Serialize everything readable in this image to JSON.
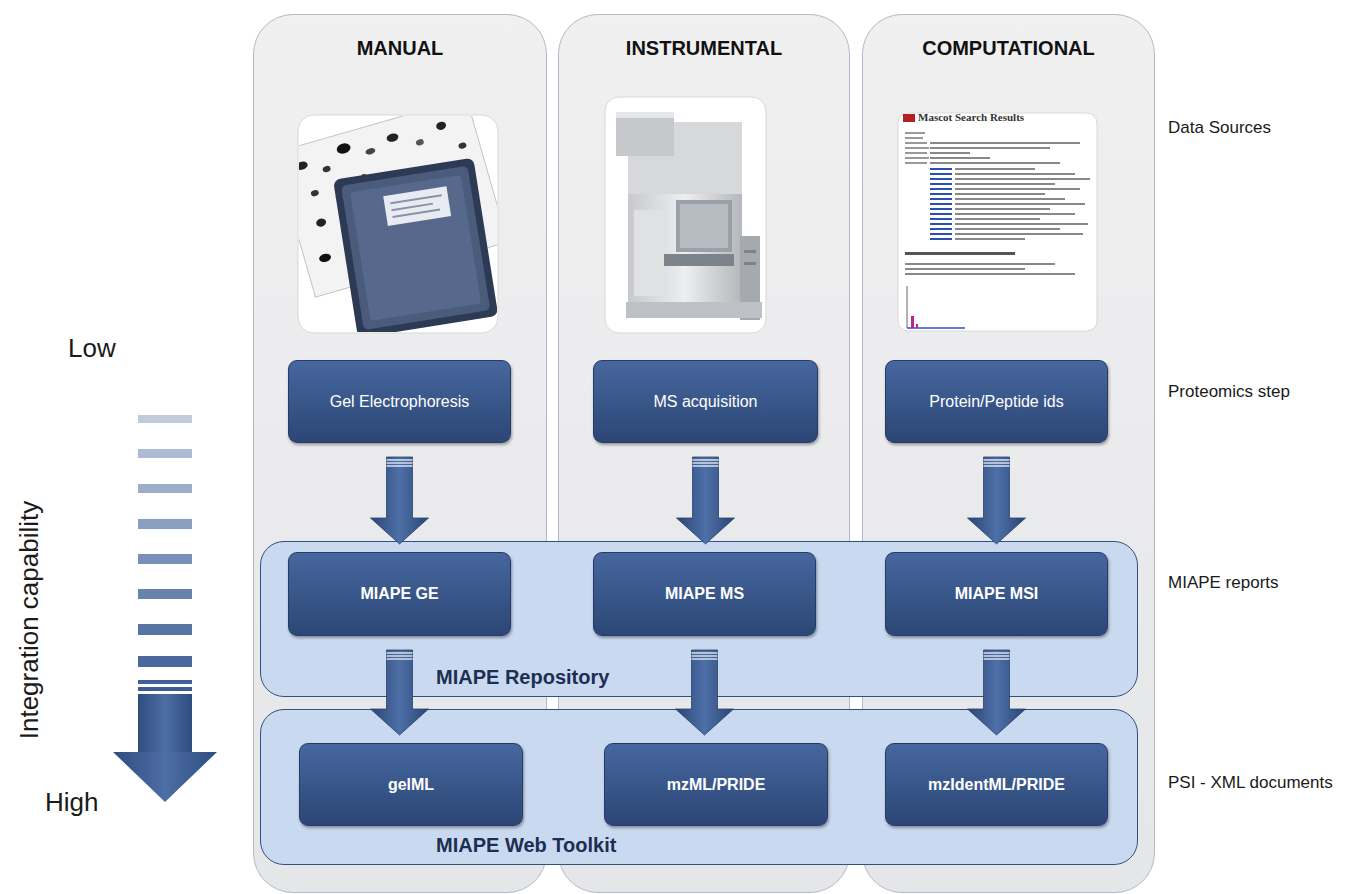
{
  "diagram": {
    "nodes": [
      {
        "text": [
          "MANUAL"
        ]
      },
      {
        "text": [
          "INSTRUMENTAL"
        ]
      },
      {
        "text": [
          "COMPUTATIONAL"
        ]
      },
      {
        "text": [
          "Gel Electrophoresis"
        ],
        "in": 0
      },
      {
        "text": [
          "MS acquisition"
        ],
        "in": 1
      },
      {
        "text": [
          "Protein/Peptide ids"
        ],
        "in": 2
      },
      {
        "text": [
          "MIAPE Repository"
        ]
      },
      {
        "text": [
          "MIAPE GE"
        ],
        "in": 6
      },
      {
        "text": [
          "MIAPE MS"
        ],
        "in": 6
      },
      {
        "text": [
          "MIAPE MSI"
        ],
        "in": 6
      },
      {
        "text": [
          "MIAPE Web Toolkit"
        ]
      },
      {
        "text": [
          "gelML"
        ],
        "in": 10
      },
      {
        "text": [
          "mzML/PRIDE"
        ],
        "in": 10
      },
      {
        "text": [
          "mzIdentML/PRIDE"
        ],
        "in": 10
      }
    ],
    "edges": [
      {
        "from": 3,
        "to": 7,
        "arrow": "to"
      },
      {
        "from": 4,
        "to": 8,
        "arrow": "to"
      },
      {
        "from": 5,
        "to": 9,
        "arrow": "to"
      },
      {
        "from": 7,
        "to": 11,
        "arrow": "to"
      },
      {
        "from": 8,
        "to": 12,
        "arrow": "to"
      },
      {
        "from": 9,
        "to": 13,
        "arrow": "to"
      }
    ],
    "labels": [
      "Data Sources",
      "Proteomics step",
      "MIAPE reports",
      "PSI - XML documents",
      "Low",
      "Integration capability",
      "High",
      "Mascot Search Results"
    ]
  }
}
